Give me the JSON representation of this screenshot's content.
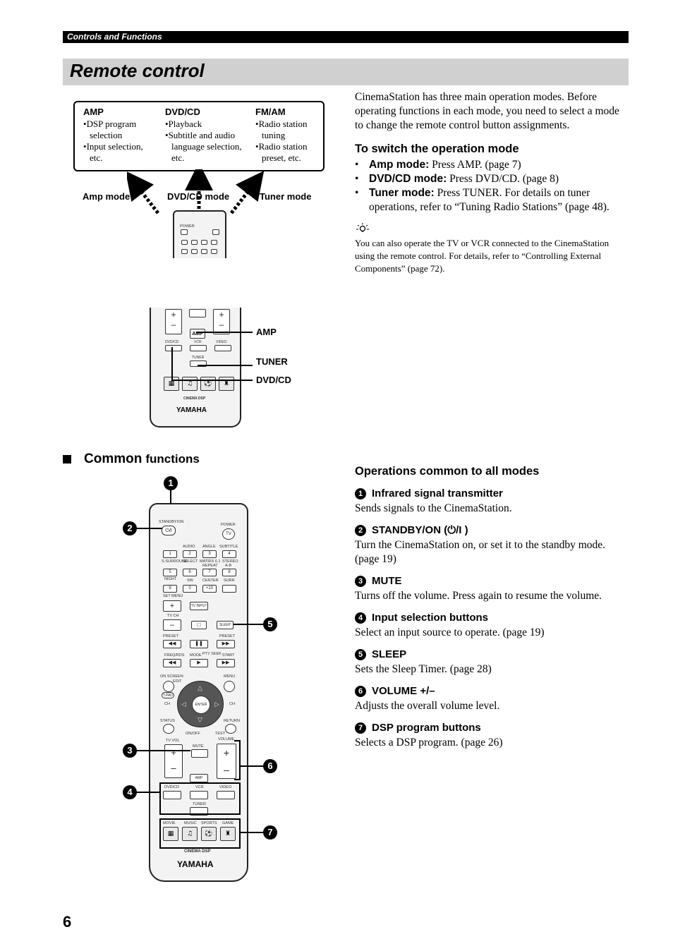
{
  "header": {
    "section": "Controls and Functions"
  },
  "title": "Remote control",
  "mode_box": {
    "amp": {
      "heading": "AMP",
      "items": [
        "DSP program selection",
        "Input selection, etc."
      ]
    },
    "dvd": {
      "heading": "DVD/CD",
      "items": [
        "Playback",
        "Subtitle and audio language selection, etc."
      ]
    },
    "fm": {
      "heading": "FM/AM",
      "items": [
        "Radio station tuning",
        "Radio station preset, etc."
      ]
    }
  },
  "mode_labels": {
    "amp": "Amp mode",
    "dvd": "DVD/CD mode",
    "tuner": "Tuner mode"
  },
  "small_remote_labels": {
    "amp": "AMP",
    "tuner": "TUNER",
    "dvdcd": "DVD/CD"
  },
  "intro": "CinemaStation has three main operation modes. Before operating functions in each mode, you need to select a mode to change the remote control button assignments.",
  "switch": {
    "heading": "To switch the operation mode",
    "items": [
      {
        "label": "Amp mode:",
        "text": "Press AMP. (page 7)"
      },
      {
        "label": "DVD/CD mode:",
        "text": "Press DVD/CD. (page 8)"
      },
      {
        "label": "Tuner mode:",
        "text": "Press TUNER. For details on tuner operations, refer to “Tuning Radio Stations” (page 48)."
      }
    ],
    "tip": "You can also operate the TV or VCR connected to the CinemaStation using the remote control. For details, refer to “Controlling External Components” (page 72)."
  },
  "common": {
    "heading_word": "Common",
    "heading_rest": "functions",
    "ops_heading": "Operations common to all modes",
    "items": [
      {
        "num": "1",
        "title": "Infrared signal transmitter",
        "text": "Sends signals to the CinemaStation."
      },
      {
        "num": "2",
        "title": "STANDBY/ON (⏻/I )",
        "text": "Turn the CinemaStation on, or set it to the standby mode. (page 19)"
      },
      {
        "num": "3",
        "title": "MUTE",
        "text": "Turns off the volume. Press again to resume the volume."
      },
      {
        "num": "4",
        "title": "Input selection buttons",
        "text": "Select an input source to operate. (page 19)"
      },
      {
        "num": "5",
        "title": "SLEEP",
        "text": "Sets the Sleep Timer. (page 28)"
      },
      {
        "num": "6",
        "title": "VOLUME +/–",
        "text": "Adjusts the overall volume level."
      },
      {
        "num": "7",
        "title": "DSP program buttons",
        "text": "Selects a DSP program. (page 26)"
      }
    ]
  },
  "remote": {
    "brand": "YAMAHA",
    "cinema": "CINEMA DSP",
    "standby": "STANDBY/ON",
    "power": "POWER",
    "tv": "TV",
    "num_keys": [
      "1",
      "2",
      "3",
      "4",
      "5",
      "6",
      "7",
      "8",
      "9",
      "0",
      "+10"
    ],
    "row_labels": [
      "AUDIO",
      "ANGLE",
      "SUBTITLE",
      "S.SURROUND",
      "SELECT",
      "MATRIX 6.1",
      "STEREO",
      "REPEAT",
      "A-B",
      "NIGHT",
      "SW",
      "CENTER",
      "SURR",
      "SET MENU"
    ],
    "tv_input": "TV INPUT",
    "tv_ch": "TV CH",
    "sleep": "SLEEP",
    "preset": "PRESET",
    "freq_rds": "FREQ/RDS",
    "mode": "MODE",
    "pty_seek": "PTY SEEK",
    "start": "START",
    "on_screen": "ON SCREEN",
    "menu": "MENU",
    "top_edit": "EDIT",
    "t_pad": "T.PAD",
    "ch": "CH",
    "enter": "ENTER",
    "status": "STATUS",
    "return": "RETURN",
    "on_off": "ON/OFF",
    "test": "TEST",
    "tv_vol": "TV VOL",
    "mute": "MUTE",
    "volume": "VOLUME",
    "amp": "AMP",
    "dvd_cd": "DVD/CD",
    "vcr": "VCR",
    "video": "VIDEO",
    "tuner": "TUNER",
    "movie": "MOVIE",
    "music": "MUSIC",
    "sports": "SPORTS",
    "game": "GAME"
  },
  "page_number": "6"
}
